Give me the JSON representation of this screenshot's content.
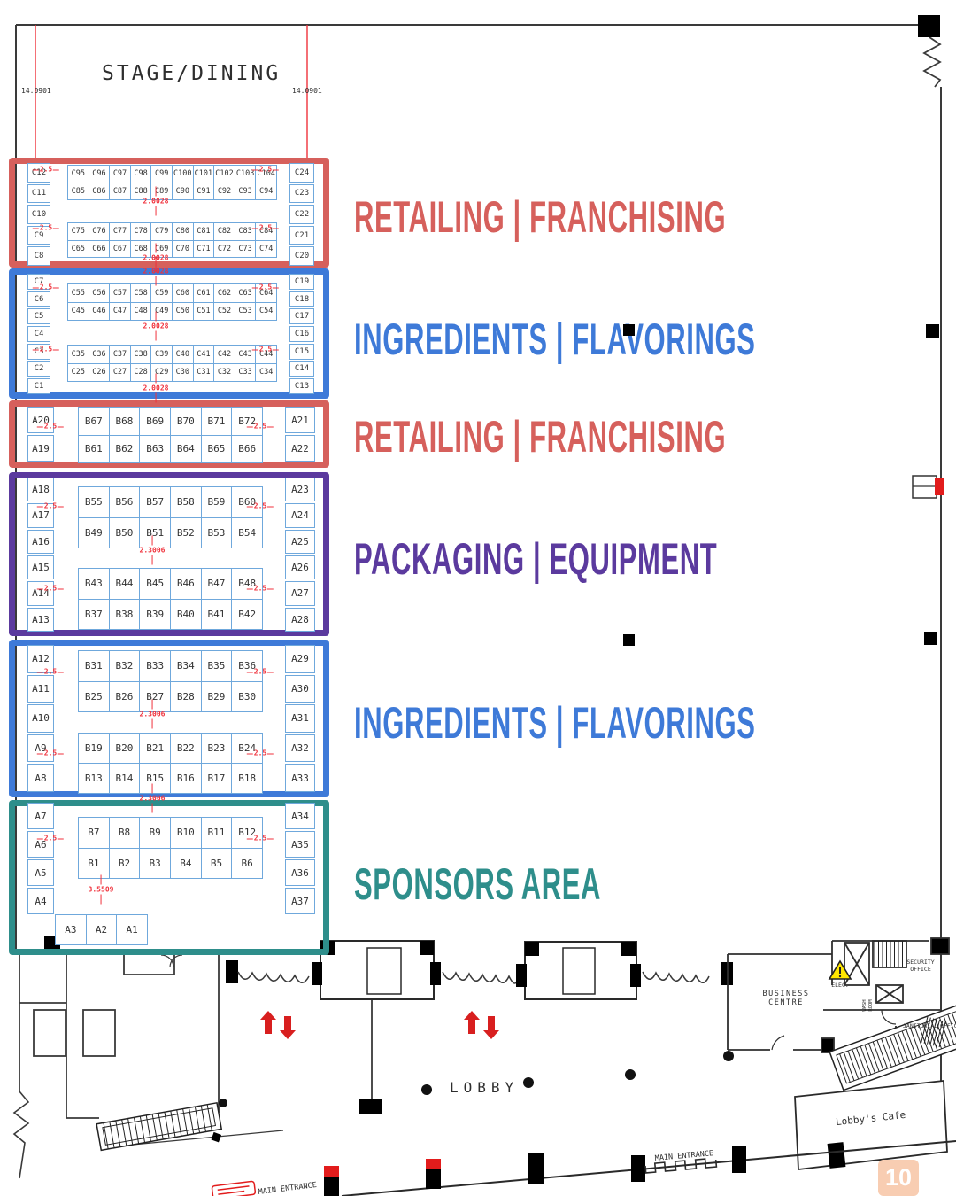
{
  "badge": {
    "page_number": "10"
  },
  "colors": {
    "red": "#d6605c",
    "blue": "#3e7ad8",
    "purple": "#5b3a9e",
    "teal": "#2e8e8b",
    "dim_red": "#f0323c",
    "booth_border": "#6fa8dc",
    "wall": "#3a3a3a",
    "badge_bg": "#f8cdb2",
    "elec_yellow": "#ffe600"
  },
  "labels": {
    "stage": "STAGE/DINING",
    "lobby": "LOBBY",
    "cafe": "Lobby's Cafe",
    "business_line1": "BUSINESS",
    "business_line2": "CENTRE",
    "security_line1": "SECURITY",
    "security_line2": "OFFICE",
    "janitorial": "JANITORIAL",
    "office": "OFFICE",
    "elec": "ELEC.",
    "wash_line1": "WASH",
    "wash_line2": "ROOM",
    "main_entrance": "MAIN ENTRANCE",
    "main_entrance_2": "MAIN ENTRANCE",
    "stage_dim_left": "14.0901",
    "stage_dim_right": "14.0901"
  },
  "sections": [
    {
      "id": "retailing-franchising-1",
      "label": "RETAILING | FRANCHISING",
      "color": "#d6605c",
      "left_booths": [
        "C12",
        "C11",
        "C10",
        "C9",
        "C8"
      ],
      "right_booths": [
        "C24",
        "C23",
        "C22",
        "C21",
        "C20"
      ],
      "blocks": [
        [
          [
            "C95",
            "C96",
            "C97",
            "C98",
            "C99",
            "C100",
            "C101",
            "C102",
            "C103",
            "C104"
          ],
          [
            "C85",
            "C86",
            "C87",
            "C88",
            "C89",
            "C90",
            "C91",
            "C92",
            "C93",
            "C94"
          ]
        ],
        [
          [
            "C75",
            "C76",
            "C77",
            "C78",
            "C79",
            "C80",
            "C81",
            "C82",
            "C83",
            "C84"
          ],
          [
            "C65",
            "C66",
            "C67",
            "C68",
            "C69",
            "C70",
            "C71",
            "C72",
            "C73",
            "C74"
          ]
        ]
      ],
      "dims": [
        "2.5",
        "2.5",
        "2.5",
        "2.5",
        "2.0028",
        "2.0028"
      ]
    },
    {
      "id": "ingredients-flavorings-1",
      "label": "INGREDIENTS | FLAVORINGS",
      "color": "#3e7ad8",
      "left_booths": [
        "C7",
        "C6",
        "C5",
        "C4",
        "C3",
        "C2",
        "C1"
      ],
      "right_booths": [
        "C19",
        "C18",
        "C17",
        "C16",
        "C15",
        "C14",
        "C13"
      ],
      "blocks": [
        [
          [
            "C55",
            "C56",
            "C57",
            "C58",
            "C59",
            "C60",
            "C61",
            "C62",
            "C63",
            "C64"
          ],
          [
            "C45",
            "C46",
            "C47",
            "C48",
            "C49",
            "C50",
            "C51",
            "C52",
            "C53",
            "C54"
          ]
        ],
        [
          [
            "C35",
            "C36",
            "C37",
            "C38",
            "C39",
            "C40",
            "C41",
            "C42",
            "C43",
            "C44"
          ],
          [
            "C25",
            "C26",
            "C27",
            "C28",
            "C29",
            "C30",
            "C31",
            "C32",
            "C33",
            "C34"
          ]
        ]
      ],
      "dims": [
        "2.5",
        "2.5",
        "2.5",
        "2.5",
        "2.0028",
        "2.0028",
        "2.0028"
      ]
    },
    {
      "id": "retailing-franchising-2",
      "label": "RETAILING | FRANCHISING",
      "color": "#d6605c",
      "left_booths": [
        "A20",
        "A19"
      ],
      "right_booths": [
        "A21",
        "A22"
      ],
      "blocks": [
        [
          [
            "B67",
            "B68",
            "B69",
            "B70",
            "B71",
            "B72"
          ],
          [
            "B61",
            "B62",
            "B63",
            "B64",
            "B65",
            "B66"
          ]
        ]
      ],
      "dims": [
        "2.5",
        "2.5"
      ]
    },
    {
      "id": "packaging-equipment",
      "label": "PACKAGING | EQUIPMENT",
      "color": "#5b3a9e",
      "left_booths": [
        "A18",
        "A17",
        "A16",
        "A15",
        "A14",
        "A13"
      ],
      "right_booths": [
        "A23",
        "A24",
        "A25",
        "A26",
        "A27",
        "A28"
      ],
      "blocks": [
        [
          [
            "B55",
            "B56",
            "B57",
            "B58",
            "B59",
            "B60"
          ],
          [
            "B49",
            "B50",
            "B51",
            "B52",
            "B53",
            "B54"
          ]
        ],
        [
          [
            "B43",
            "B44",
            "B45",
            "B46",
            "B47",
            "B48"
          ],
          [
            "B37",
            "B38",
            "B39",
            "B40",
            "B41",
            "B42"
          ]
        ]
      ],
      "dims": [
        "2.5",
        "2.5",
        "2.5",
        "2.5",
        "2.3006"
      ]
    },
    {
      "id": "ingredients-flavorings-2",
      "label": "INGREDIENTS | FLAVORINGS",
      "color": "#3e7ad8",
      "left_booths": [
        "A12",
        "A11",
        "A10",
        "A9",
        "A8"
      ],
      "right_booths": [
        "A29",
        "A30",
        "A31",
        "A32",
        "A33"
      ],
      "blocks": [
        [
          [
            "B31",
            "B32",
            "B33",
            "B34",
            "B35",
            "B36"
          ],
          [
            "B25",
            "B26",
            "B27",
            "B28",
            "B29",
            "B30"
          ]
        ],
        [
          [
            "B19",
            "B20",
            "B21",
            "B22",
            "B23",
            "B24"
          ],
          [
            "B13",
            "B14",
            "B15",
            "B16",
            "B17",
            "B18"
          ]
        ]
      ],
      "dims": [
        "2.5",
        "2.5",
        "2.5",
        "2.5",
        "2.3006"
      ]
    },
    {
      "id": "sponsors-area",
      "label": "SPONSORS AREA",
      "color": "#2e8e8b",
      "left_booths": [
        "A7",
        "A6",
        "A5",
        "A4"
      ],
      "right_booths": [
        "A34",
        "A35",
        "A36",
        "A37"
      ],
      "blocks": [
        [
          [
            "B7",
            "B8",
            "B9",
            "B10",
            "B11",
            "B12"
          ],
          [
            "B1",
            "B2",
            "B3",
            "B4",
            "B5",
            "B6"
          ]
        ]
      ],
      "bottom_booths": [
        "A3",
        "A2",
        "A1"
      ],
      "dims": [
        "2.3006",
        "2.5",
        "2.5",
        "3.5509"
      ]
    }
  ]
}
